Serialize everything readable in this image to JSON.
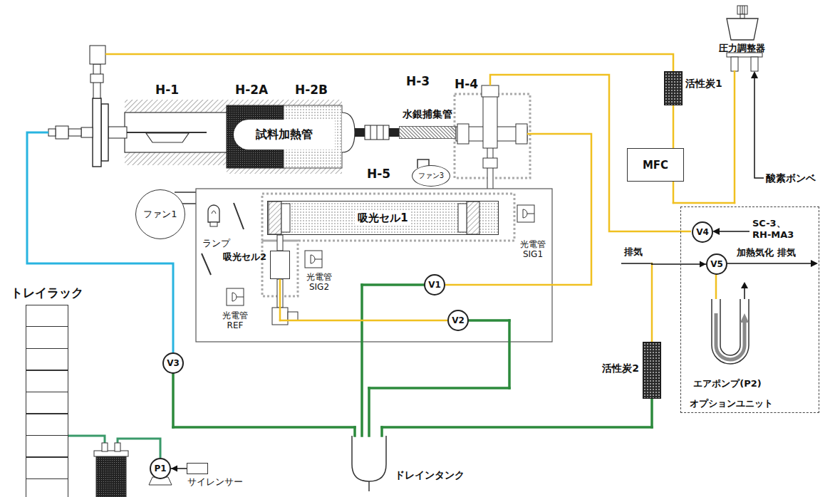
{
  "diagram": {
    "nodes": [
      {
        "text": [
          "試料加熱管"
        ]
      },
      {
        "text": [
          "水銀捕集管"
        ]
      },
      {
        "text": [
          "ファン3"
        ]
      },
      {
        "text": [
          "ファン1"
        ]
      },
      {
        "text": [
          "吸光セル1"
        ]
      },
      {
        "text": [
          "吸光セル2"
        ]
      },
      {
        "text": [
          "V1"
        ]
      },
      {
        "text": [
          "V2"
        ]
      },
      {
        "text": [
          "トレイラック"
        ]
      },
      {
        "text": [
          "P1"
        ]
      },
      {
        "text": [
          "サイレンサー"
        ]
      },
      {
        "text": [
          "V3"
        ]
      },
      {
        "text": [
          "ドレインタンク"
        ]
      },
      {
        "text": [
          "活性炭1"
        ]
      },
      {
        "text": [
          "MFC"
        ]
      },
      {
        "text": [
          "圧力調整器"
        ]
      },
      {
        "text": [
          "活性炭2"
        ]
      },
      {
        "text": [
          "オプションユニット"
        ]
      },
      {
        "text": [
          "V4"
        ],
        "in": 17
      },
      {
        "text": [
          "V5"
        ],
        "in": 17
      },
      {
        "text": [
          "エアポンプ(P2)"
        ],
        "in": 17
      }
    ],
    "edges": [
      {
        "from": 15,
        "to": 14,
        "arrow": "none"
      },
      {
        "from": 14,
        "to": 13,
        "arrow": "none"
      },
      {
        "from": 16,
        "to": 19,
        "arrow": "to"
      },
      {
        "from": 11,
        "to": 12,
        "arrow": "none"
      },
      {
        "from": 6,
        "to": 12,
        "arrow": "none"
      },
      {
        "from": 7,
        "to": 12,
        "arrow": "none"
      },
      {
        "from": 12,
        "to": 16,
        "arrow": "none"
      },
      {
        "from": 10,
        "to": 9,
        "arrow": "to"
      },
      {
        "from": 5,
        "to": 7,
        "arrow": "none"
      }
    ],
    "labels": [
      "H-1",
      "H-2A",
      "H-2B",
      "H-3",
      "H-4",
      "H-5",
      "ランプ",
      "光電管 SIG1",
      "光電管 SIG2",
      "光電管 REF",
      "酸素ボンベ",
      "SC-3、 RH-MA3",
      "排気",
      "加熱気化 排気"
    ]
  }
}
